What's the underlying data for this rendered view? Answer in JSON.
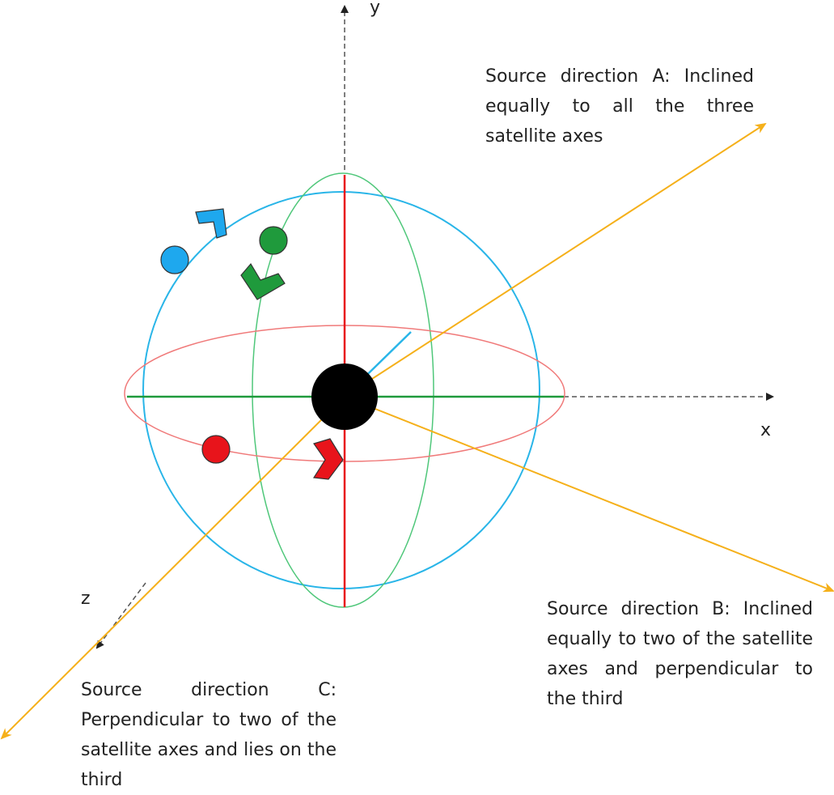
{
  "axes": {
    "x": "x",
    "y": "y",
    "z": "z"
  },
  "annotations": {
    "a": "Source direction A: Inclined equally to all the three satellite axes",
    "b": "Source direction B: Inclined equally to two of the satellite axes and perpendicular to the third",
    "c": "Source direction C: Perpendicular to two of the satellite axes and lies on the third"
  },
  "colors": {
    "sphere_outline": "#29b5e8",
    "y_axis_plane": "#4fc77a",
    "x_axis_plane": "#f07a7a",
    "source_direction": "#f5b01a",
    "satellite_body": "#000000",
    "marker_blue": "#1ea8ee",
    "marker_green": "#1f9a3c",
    "marker_red": "#e8141b"
  },
  "icons": [
    "satellite-body",
    "blue-satellite-marker",
    "green-satellite-marker",
    "red-satellite-marker",
    "blue-direction-chevron-icon",
    "green-direction-chevron-icon",
    "red-direction-chevron-icon"
  ]
}
